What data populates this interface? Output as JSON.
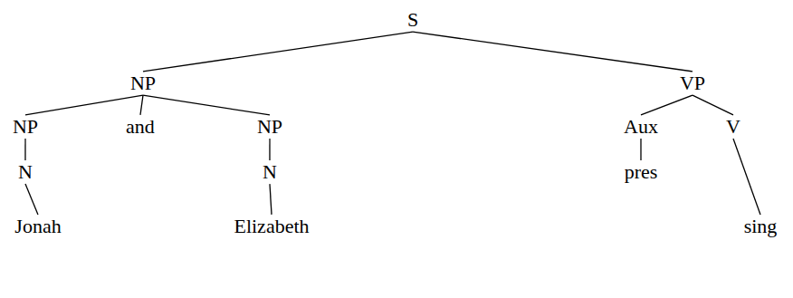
{
  "diagram": {
    "nodes": [
      {
        "text": [
          "S"
        ]
      },
      {
        "text": [
          "NP"
        ]
      },
      {
        "text": [
          "VP"
        ]
      },
      {
        "text": [
          "NP"
        ]
      },
      {
        "text": [
          "and"
        ]
      },
      {
        "text": [
          "NP"
        ]
      },
      {
        "text": [
          "Aux"
        ]
      },
      {
        "text": [
          "V"
        ]
      },
      {
        "text": [
          "N"
        ]
      },
      {
        "text": [
          "N"
        ]
      },
      {
        "text": [
          "pres"
        ]
      },
      {
        "text": [
          "Jonah"
        ]
      },
      {
        "text": [
          "Elizabeth"
        ]
      },
      {
        "text": [
          "sing"
        ]
      }
    ],
    "edges": [
      {
        "from": 0,
        "to": 1,
        "arrow": "none"
      },
      {
        "from": 0,
        "to": 2,
        "arrow": "none"
      },
      {
        "from": 1,
        "to": 3,
        "arrow": "none"
      },
      {
        "from": 1,
        "to": 4,
        "arrow": "none"
      },
      {
        "from": 1,
        "to": 5,
        "arrow": "none"
      },
      {
        "from": 2,
        "to": 6,
        "arrow": "none"
      },
      {
        "from": 2,
        "to": 7,
        "arrow": "none"
      },
      {
        "from": 3,
        "to": 8,
        "arrow": "none"
      },
      {
        "from": 5,
        "to": 9,
        "arrow": "none"
      },
      {
        "from": 6,
        "to": 10,
        "arrow": "none"
      },
      {
        "from": 7,
        "to": 13,
        "arrow": "none"
      },
      {
        "from": 8,
        "to": 11,
        "arrow": "none"
      },
      {
        "from": 9,
        "to": 12,
        "arrow": "none"
      }
    ]
  }
}
